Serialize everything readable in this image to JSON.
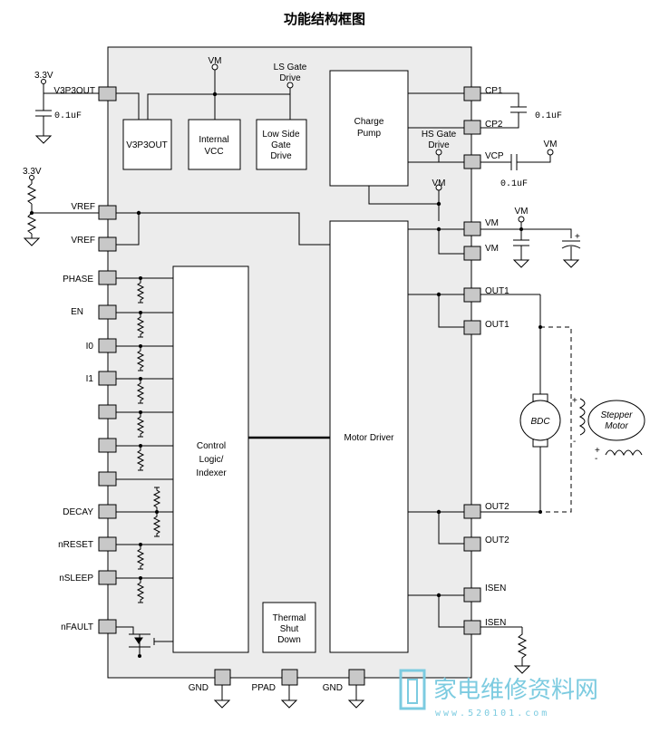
{
  "title": "功能结构框图",
  "chip": {
    "blocks": {
      "v3p3out": "V3P3OUT",
      "internal_vcc": [
        "Internal",
        "VCC"
      ],
      "low_side": [
        "Low Side",
        "Gate",
        "Drive"
      ],
      "charge_pump": [
        "Charge",
        "Pump"
      ],
      "control_logic": [
        "Control",
        "Logic/",
        "Indexer"
      ],
      "motor_driver": "Motor Driver",
      "thermal": [
        "Thermal",
        "Shut",
        "Down"
      ]
    },
    "labels": {
      "vm_top": "VM",
      "ls_gate_drive": [
        "LS Gate",
        "Drive"
      ],
      "hs_gate_drive": [
        "HS Gate",
        "Drive"
      ],
      "vm_mid": "VM"
    }
  },
  "left_pins": [
    "V3P3OUT",
    "VREF",
    "VREF",
    "PHASE",
    "EN",
    "I0",
    "I1",
    "DECAY",
    "nRESET",
    "nSLEEP",
    "nFAULT"
  ],
  "right_pins": [
    "CP1",
    "CP2",
    "VCP",
    "VM",
    "VM",
    "OUT1",
    "OUT1",
    "OUT2",
    "OUT2",
    "ISEN",
    "ISEN"
  ],
  "bottom_pins": [
    "GND",
    "PPAD",
    "GND"
  ],
  "external": {
    "v33_a": "3.3V",
    "v33_b": "3.3V",
    "cap_01uf_a": "0.1uF",
    "cap_01uf_b": "0.1uF",
    "cap_01uf_c": "0.1uF",
    "vm_vcp": "VM",
    "vm_bulk": "VM",
    "bdc": "BDC",
    "stepper": [
      "Stepper",
      "Motor"
    ],
    "plus": "+",
    "minus": "-"
  },
  "watermark": {
    "cn": "家电维修资料网",
    "url": "www.520101.com"
  }
}
